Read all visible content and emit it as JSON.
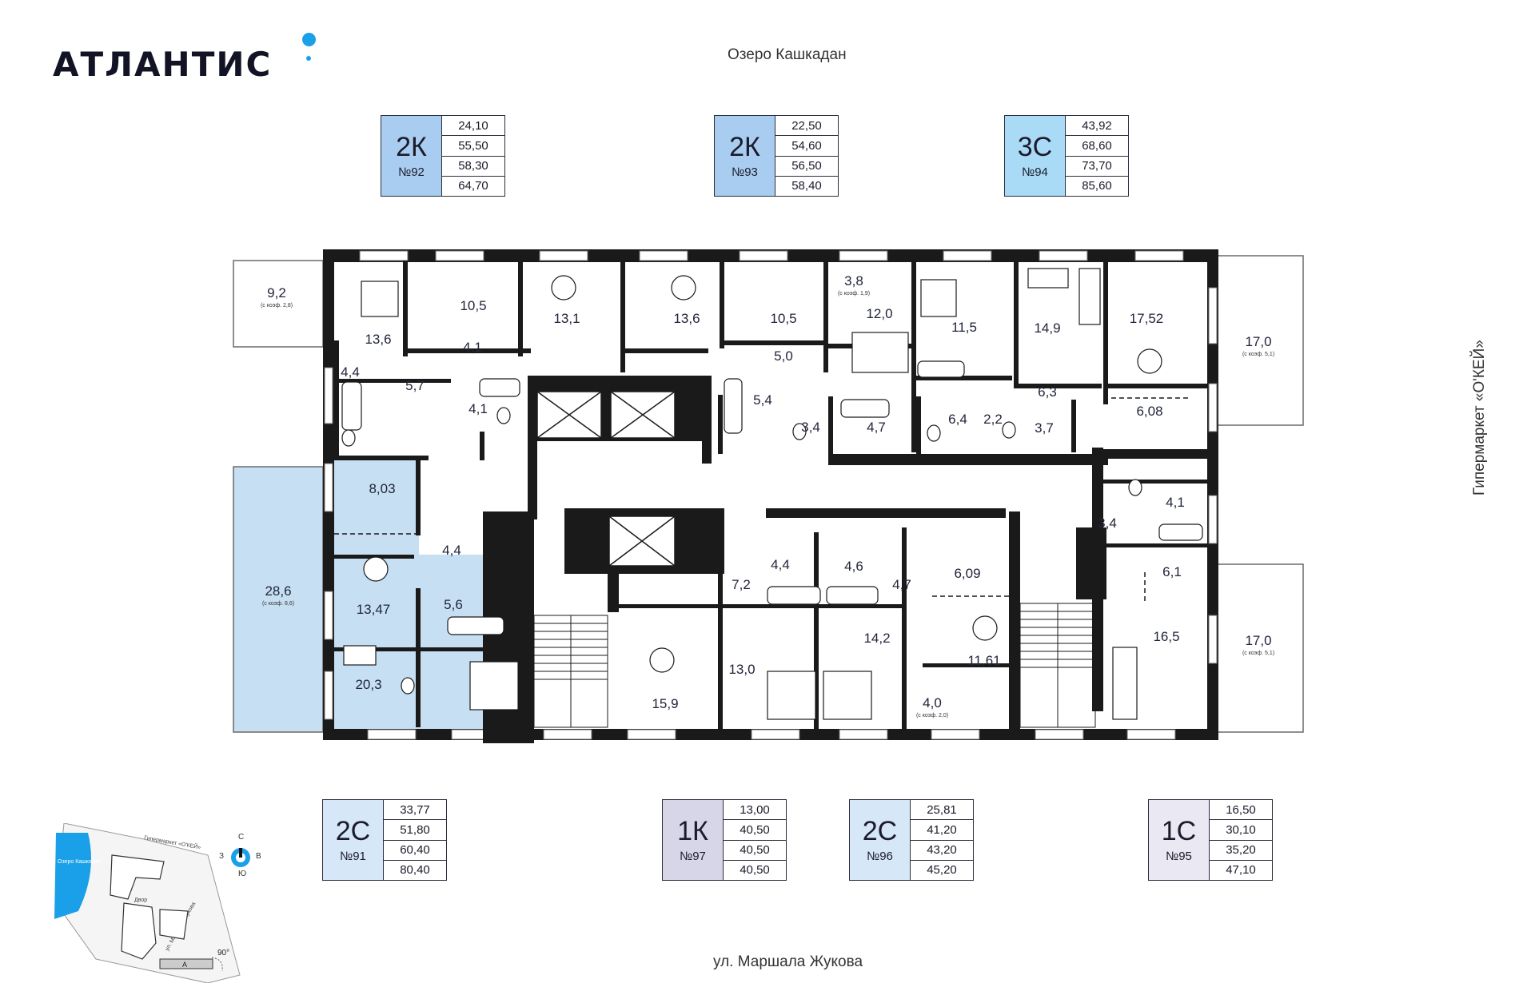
{
  "logo": {
    "text": "АТЛАНТИС"
  },
  "streets": {
    "top": "Озеро Кашкадан",
    "bottom": "ул. Маршала Жукова",
    "right": "Гипермаркет «О'КЕЙ»"
  },
  "colors": {
    "2k": "#a9cdf0",
    "3c": "#a9daf6",
    "2c": "#d6e7f8",
    "1k": "#d6d6e8",
    "1c": "#e9e8f3",
    "highlight": "#c7dff2",
    "wall": "#1a1a1a",
    "balcony": "#c7dff2"
  },
  "apartments": [
    {
      "type": "2К",
      "num": "№92",
      "color": "#a9cdf0",
      "areas": [
        "24,10",
        "55,50",
        "58,30",
        "64,70"
      ]
    },
    {
      "type": "2К",
      "num": "№93",
      "color": "#a9cdf0",
      "areas": [
        "22,50",
        "54,60",
        "56,50",
        "58,40"
      ]
    },
    {
      "type": "3С",
      "num": "№94",
      "color": "#a9daf6",
      "areas": [
        "43,92",
        "68,60",
        "73,70",
        "85,60"
      ]
    },
    {
      "type": "2С",
      "num": "№91",
      "color": "#d6e7f8",
      "areas": [
        "33,77",
        "51,80",
        "60,40",
        "80,40"
      ]
    },
    {
      "type": "1К",
      "num": "№97",
      "color": "#d6d6e8",
      "areas": [
        "13,00",
        "40,50",
        "40,50",
        "40,50"
      ]
    },
    {
      "type": "2С",
      "num": "№96",
      "color": "#d6e7f8",
      "areas": [
        "25,81",
        "41,20",
        "43,20",
        "45,20"
      ]
    },
    {
      "type": "1С",
      "num": "№95",
      "color": "#e9e8f3",
      "areas": [
        "16,50",
        "30,10",
        "35,20",
        "47,10"
      ]
    }
  ],
  "rooms": [
    {
      "area": "9,2",
      "coef": "(с коэф. 2,8)"
    },
    {
      "area": "13,6"
    },
    {
      "area": "10,5"
    },
    {
      "area": "13,1"
    },
    {
      "area": "13,6"
    },
    {
      "area": "10,5"
    },
    {
      "area": "3,8",
      "coef": "(с коэф. 1,9)"
    },
    {
      "area": "12,0"
    },
    {
      "area": "11,5"
    },
    {
      "area": "14,9"
    },
    {
      "area": "17,52"
    },
    {
      "area": "17,0",
      "coef": "(с коэф. 5,1)"
    },
    {
      "area": "4,4"
    },
    {
      "area": "5,7"
    },
    {
      "area": "4,1"
    },
    {
      "area": "4,1"
    },
    {
      "area": "5,0"
    },
    {
      "area": "5,4"
    },
    {
      "area": "3,4"
    },
    {
      "area": "4,7"
    },
    {
      "area": "6,4"
    },
    {
      "area": "2,2"
    },
    {
      "area": "6,3"
    },
    {
      "area": "3,7"
    },
    {
      "area": "6,08"
    },
    {
      "area": "8,03"
    },
    {
      "area": "4,4"
    },
    {
      "area": "28,6",
      "coef": "(с коэф. 8,6)"
    },
    {
      "area": "13,47"
    },
    {
      "area": "5,6"
    },
    {
      "area": "20,3"
    },
    {
      "area": "7,2"
    },
    {
      "area": "4,4"
    },
    {
      "area": "4,6"
    },
    {
      "area": "4,7"
    },
    {
      "area": "6,09"
    },
    {
      "area": "14,2"
    },
    {
      "area": "11,61"
    },
    {
      "area": "15,9"
    },
    {
      "area": "13,0"
    },
    {
      "area": "4,0",
      "coef": "(с коэф. 2,0)"
    },
    {
      "area": "3,4"
    },
    {
      "area": "4,1"
    },
    {
      "area": "6,1"
    },
    {
      "area": "16,5"
    },
    {
      "area": "17,0",
      "coef": "(с коэф. 5,1)"
    }
  ],
  "minimap": {
    "lake": "Озеро Кашкадан",
    "market": "Гипермаркет «О'КЕЙ»",
    "yard": "Двор",
    "street": "ул. Маршала Жукова",
    "section": "А",
    "angle": "90°",
    "compass": {
      "n": "С",
      "s": "Ю",
      "w": "З",
      "e": "В"
    }
  }
}
